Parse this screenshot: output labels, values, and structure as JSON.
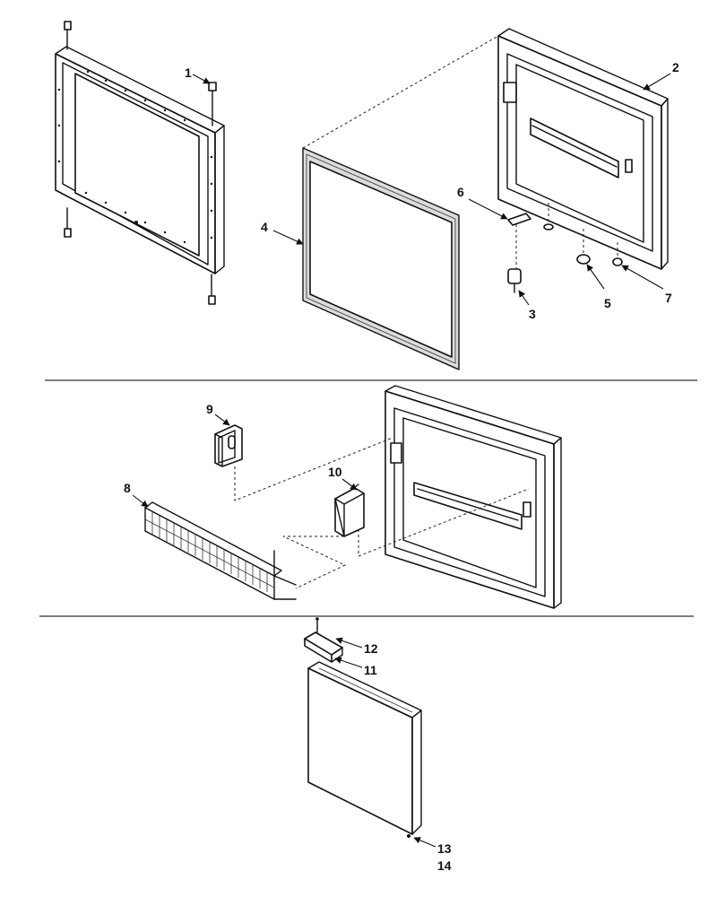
{
  "callouts": [
    "1",
    "2",
    "3",
    "4",
    "5",
    "6",
    "7",
    "8",
    "9",
    "10",
    "11",
    "12",
    "13",
    "14"
  ],
  "colors": {
    "ink": "#111111",
    "background": "#ffffff",
    "gasket_fill": "#dcdcdc"
  }
}
